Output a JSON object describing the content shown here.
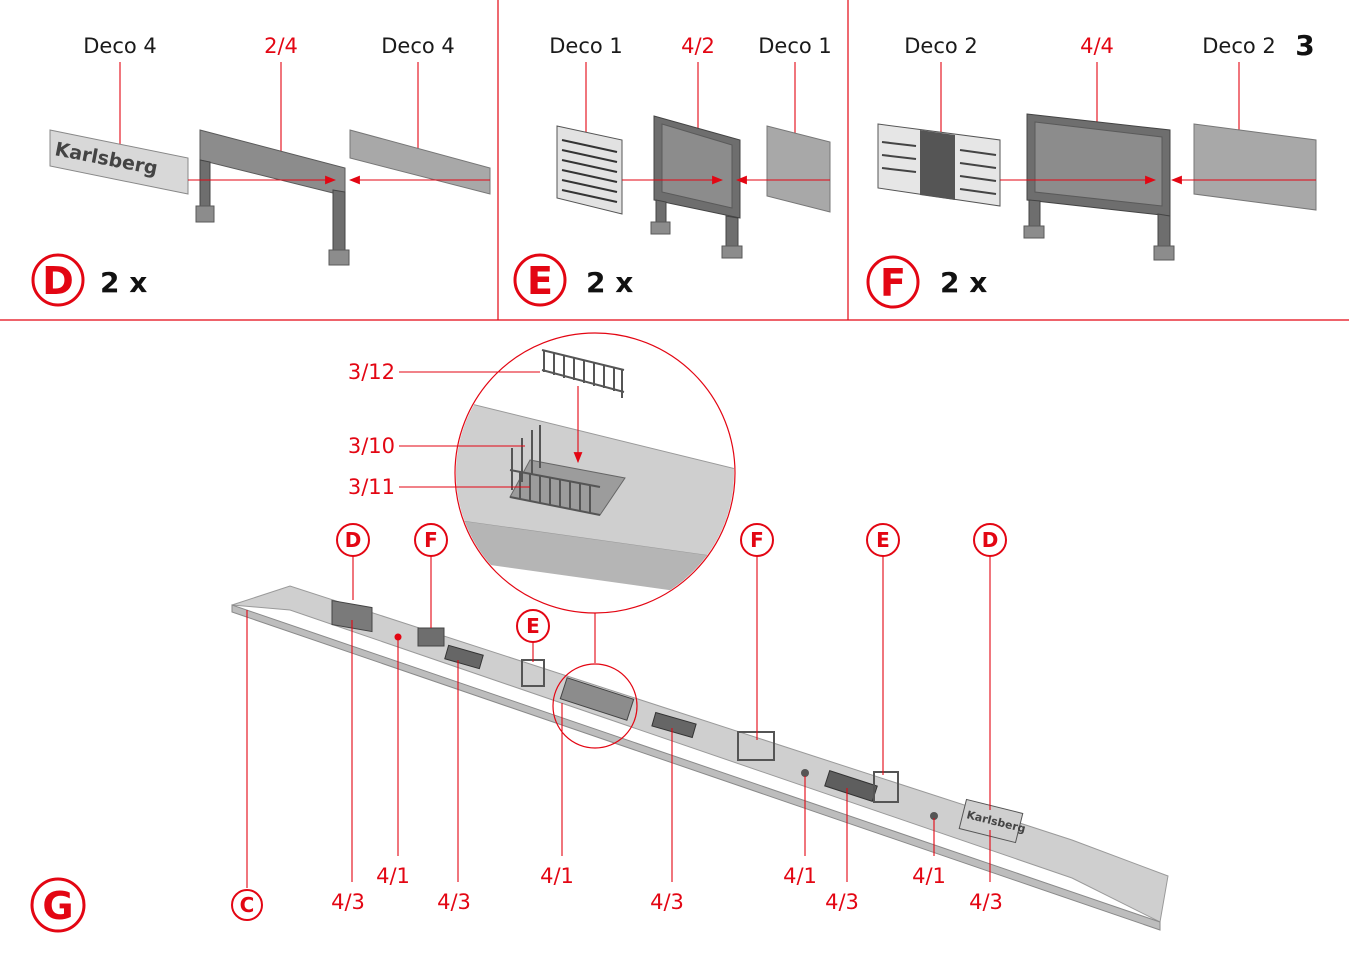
{
  "page_number": "3",
  "panels": {
    "D": {
      "letter": "D",
      "count": "2 x",
      "left_label": "Deco 4",
      "center_label": "2/4",
      "right_label": "Deco 4",
      "sign_text": "Karlsberg"
    },
    "E": {
      "letter": "E",
      "count": "2 x",
      "left_label": "Deco 1",
      "center_label": "4/2",
      "right_label": "Deco 1"
    },
    "F": {
      "letter": "F",
      "count": "2 x",
      "left_label": "Deco 2",
      "center_label": "4/4",
      "right_label": "Deco 2"
    }
  },
  "step_g": {
    "letter": "G",
    "platform_label": "C",
    "detail_labels": {
      "top": "3/12",
      "middle": "3/10",
      "bottom": "3/11"
    },
    "callouts": {
      "d_left": "D",
      "f_left": "F",
      "e_mid": "E",
      "f_right": "F",
      "e_right": "E",
      "d_right": "D"
    },
    "bottom_labels": {
      "l1": "4/3",
      "l2": "4/1",
      "l3": "4/3",
      "l4": "4/1",
      "l5": "4/3",
      "l6": "4/1",
      "l7": "4/3",
      "l8": "4/1",
      "l9": "4/3"
    },
    "right_sign_text": "Karlsberg"
  },
  "colors": {
    "accent": "#e30613",
    "part_gray": "#8c8c8c"
  }
}
